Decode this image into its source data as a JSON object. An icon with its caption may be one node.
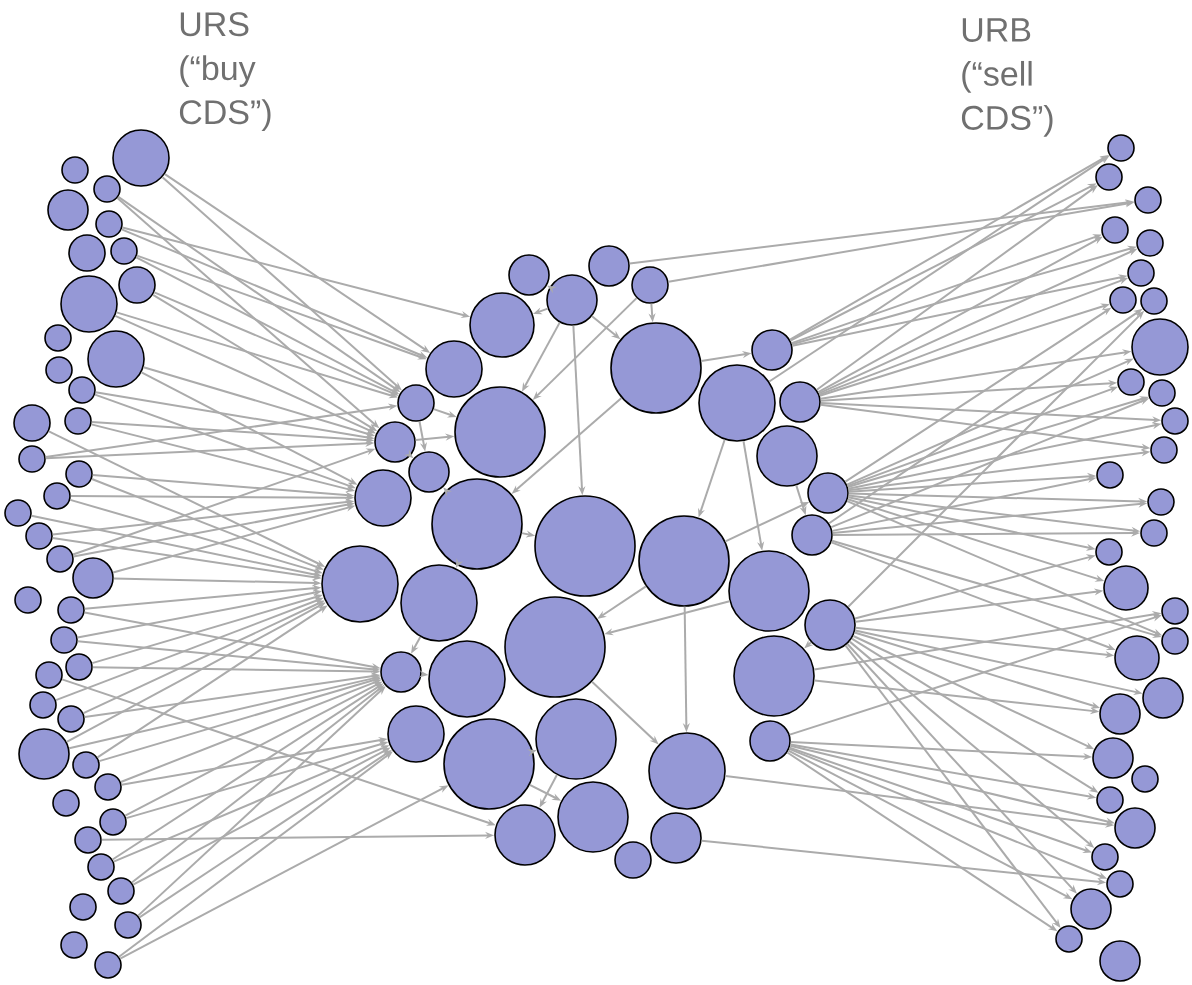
{
  "diagram": {
    "nodes": [
      {
        "text": [],
        "shape": "circle"
      },
      {
        "text": [],
        "shape": "circle"
      },
      {
        "text": [],
        "shape": "circle"
      },
      {
        "text": [],
        "shape": "circle"
      },
      {
        "text": [],
        "shape": "circle"
      },
      {
        "text": [],
        "shape": "circle"
      },
      {
        "text": [],
        "shape": "circle"
      },
      {
        "text": [],
        "shape": "circle"
      },
      {
        "text": [],
        "shape": "circle"
      },
      {
        "text": [],
        "shape": "circle"
      },
      {
        "text": [],
        "shape": "circle"
      },
      {
        "text": [],
        "shape": "circle"
      },
      {
        "text": [],
        "shape": "circle"
      },
      {
        "text": [],
        "shape": "circle"
      },
      {
        "text": [],
        "shape": "circle"
      },
      {
        "text": [],
        "shape": "circle"
      },
      {
        "text": [],
        "shape": "circle"
      },
      {
        "text": [],
        "shape": "circle"
      },
      {
        "text": [],
        "shape": "circle"
      },
      {
        "text": [],
        "shape": "circle"
      },
      {
        "text": [],
        "shape": "circle"
      },
      {
        "text": [],
        "shape": "circle"
      },
      {
        "text": [],
        "shape": "circle"
      },
      {
        "text": [],
        "shape": "circle"
      },
      {
        "text": [],
        "shape": "circle"
      },
      {
        "text": [],
        "shape": "circle"
      },
      {
        "text": [],
        "shape": "circle"
      },
      {
        "text": [],
        "shape": "circle"
      },
      {
        "text": [],
        "shape": "circle"
      },
      {
        "text": [],
        "shape": "circle"
      },
      {
        "text": [],
        "shape": "circle"
      },
      {
        "text": [],
        "shape": "circle"
      },
      {
        "text": [],
        "shape": "circle"
      },
      {
        "text": [],
        "shape": "circle"
      },
      {
        "text": [],
        "shape": "circle"
      },
      {
        "text": [],
        "shape": "circle"
      },
      {
        "text": [],
        "shape": "circle"
      },
      {
        "text": [],
        "shape": "circle"
      },
      {
        "text": [],
        "shape": "circle"
      },
      {
        "text": [],
        "shape": "circle"
      },
      {
        "text": [],
        "shape": "circle"
      },
      {
        "text": [],
        "shape": "circle"
      },
      {
        "text": [],
        "shape": "circle"
      },
      {
        "text": [],
        "shape": "circle"
      },
      {
        "text": [],
        "shape": "circle"
      },
      {
        "text": [],
        "shape": "circle"
      },
      {
        "text": [],
        "shape": "circle"
      },
      {
        "text": [],
        "shape": "circle"
      },
      {
        "text": [],
        "shape": "circle"
      },
      {
        "text": [],
        "shape": "circle"
      },
      {
        "text": [],
        "shape": "circle"
      },
      {
        "text": [],
        "shape": "circle"
      },
      {
        "text": [],
        "shape": "circle"
      },
      {
        "text": [],
        "shape": "circle"
      },
      {
        "text": [],
        "shape": "circle"
      },
      {
        "text": [],
        "shape": "circle"
      },
      {
        "text": [],
        "shape": "circle"
      },
      {
        "text": [],
        "shape": "circle"
      },
      {
        "text": [],
        "shape": "circle"
      },
      {
        "text": [],
        "shape": "circle"
      },
      {
        "text": [],
        "shape": "circle"
      },
      {
        "text": [],
        "shape": "circle"
      },
      {
        "text": [],
        "shape": "circle"
      },
      {
        "text": [],
        "shape": "circle"
      },
      {
        "text": [],
        "shape": "circle"
      },
      {
        "text": [],
        "shape": "circle"
      },
      {
        "text": [],
        "shape": "circle"
      },
      {
        "text": [],
        "shape": "circle"
      },
      {
        "text": [],
        "shape": "circle"
      },
      {
        "text": [],
        "shape": "circle"
      },
      {
        "text": [],
        "shape": "circle"
      },
      {
        "text": [],
        "shape": "circle"
      },
      {
        "text": [],
        "shape": "circle"
      },
      {
        "text": [],
        "shape": "circle"
      },
      {
        "text": [],
        "shape": "circle"
      },
      {
        "text": [],
        "shape": "circle"
      },
      {
        "text": [],
        "shape": "circle"
      },
      {
        "text": [],
        "shape": "circle"
      },
      {
        "text": [],
        "shape": "circle"
      },
      {
        "text": [],
        "shape": "circle"
      },
      {
        "text": [],
        "shape": "circle"
      },
      {
        "text": [],
        "shape": "circle"
      },
      {
        "text": [],
        "shape": "circle"
      },
      {
        "text": [],
        "shape": "circle"
      },
      {
        "text": [],
        "shape": "circle"
      },
      {
        "text": [],
        "shape": "circle"
      },
      {
        "text": [],
        "shape": "circle"
      },
      {
        "text": [],
        "shape": "circle"
      },
      {
        "text": [],
        "shape": "circle"
      },
      {
        "text": [],
        "shape": "circle"
      },
      {
        "text": [],
        "shape": "circle"
      },
      {
        "text": [],
        "shape": "circle"
      },
      {
        "text": [],
        "shape": "circle"
      },
      {
        "text": [],
        "shape": "circle"
      },
      {
        "text": [],
        "shape": "circle"
      },
      {
        "text": [],
        "shape": "circle"
      },
      {
        "text": [],
        "shape": "circle"
      },
      {
        "text": [],
        "shape": "circle"
      },
      {
        "text": [],
        "shape": "circle"
      },
      {
        "text": [],
        "shape": "circle"
      },
      {
        "text": [],
        "shape": "circle"
      },
      {
        "text": [],
        "shape": "circle"
      },
      {
        "text": [],
        "shape": "circle"
      },
      {
        "text": [],
        "shape": "circle"
      },
      {
        "text": [],
        "shape": "circle"
      },
      {
        "text": [],
        "shape": "circle"
      },
      {
        "text": [],
        "shape": "circle"
      },
      {
        "text": [],
        "shape": "circle"
      },
      {
        "text": [],
        "shape": "circle"
      },
      {
        "text": [],
        "shape": "circle"
      },
      {
        "text": [],
        "shape": "circle"
      }
    ],
    "edges": [
      {
        "from": 0,
        "to": 79,
        "arrow": "to"
      },
      {
        "from": 0,
        "to": 78,
        "arrow": "to"
      },
      {
        "from": 2,
        "to": 79,
        "arrow": "to"
      },
      {
        "from": 2,
        "to": 85,
        "arrow": "to"
      },
      {
        "from": 4,
        "to": 78,
        "arrow": "to"
      },
      {
        "from": 4,
        "to": 77,
        "arrow": "to"
      },
      {
        "from": 5,
        "to": 79,
        "arrow": "to"
      },
      {
        "from": 5,
        "to": 78,
        "arrow": "to"
      },
      {
        "from": 7,
        "to": 85,
        "arrow": "to"
      },
      {
        "from": 7,
        "to": 79,
        "arrow": "to"
      },
      {
        "from": 8,
        "to": 85,
        "arrow": "to"
      },
      {
        "from": 8,
        "to": 79,
        "arrow": "to"
      },
      {
        "from": 10,
        "to": 85,
        "arrow": "to"
      },
      {
        "from": 10,
        "to": 87,
        "arrow": "to"
      },
      {
        "from": 12,
        "to": 85,
        "arrow": "to"
      },
      {
        "from": 12,
        "to": 87,
        "arrow": "to"
      },
      {
        "from": 13,
        "to": 87,
        "arrow": "to"
      },
      {
        "from": 13,
        "to": 85,
        "arrow": "to"
      },
      {
        "from": 14,
        "to": 91,
        "arrow": "to"
      },
      {
        "from": 15,
        "to": 85,
        "arrow": "to"
      },
      {
        "from": 15,
        "to": 79,
        "arrow": "to"
      },
      {
        "from": 16,
        "to": 91,
        "arrow": "to"
      },
      {
        "from": 16,
        "to": 87,
        "arrow": "to"
      },
      {
        "from": 17,
        "to": 91,
        "arrow": "to"
      },
      {
        "from": 17,
        "to": 87,
        "arrow": "to"
      },
      {
        "from": 18,
        "to": 91,
        "arrow": "to"
      },
      {
        "from": 19,
        "to": 91,
        "arrow": "to"
      },
      {
        "from": 19,
        "to": 87,
        "arrow": "to"
      },
      {
        "from": 20,
        "to": 87,
        "arrow": "to"
      },
      {
        "from": 20,
        "to": 85,
        "arrow": "to"
      },
      {
        "from": 21,
        "to": 91,
        "arrow": "to"
      },
      {
        "from": 21,
        "to": 87,
        "arrow": "to"
      },
      {
        "from": 23,
        "to": 91,
        "arrow": "to"
      },
      {
        "from": 23,
        "to": 97,
        "arrow": "to"
      },
      {
        "from": 24,
        "to": 91,
        "arrow": "to"
      },
      {
        "from": 24,
        "to": 97,
        "arrow": "to"
      },
      {
        "from": 25,
        "to": 91,
        "arrow": "to"
      },
      {
        "from": 25,
        "to": 97,
        "arrow": "to"
      },
      {
        "from": 26,
        "to": 103,
        "arrow": "to"
      },
      {
        "from": 27,
        "to": 91,
        "arrow": "to"
      },
      {
        "from": 28,
        "to": 91,
        "arrow": "to"
      },
      {
        "from": 28,
        "to": 97,
        "arrow": "to"
      },
      {
        "from": 29,
        "to": 91,
        "arrow": "to"
      },
      {
        "from": 29,
        "to": 97,
        "arrow": "to"
      },
      {
        "from": 30,
        "to": 91,
        "arrow": "to"
      },
      {
        "from": 30,
        "to": 97,
        "arrow": "to"
      },
      {
        "from": 31,
        "to": 99,
        "arrow": "to"
      },
      {
        "from": 31,
        "to": 97,
        "arrow": "to"
      },
      {
        "from": 33,
        "to": 99,
        "arrow": "to"
      },
      {
        "from": 33,
        "to": 97,
        "arrow": "to"
      },
      {
        "from": 34,
        "to": 103,
        "arrow": "to"
      },
      {
        "from": 35,
        "to": 99,
        "arrow": "to"
      },
      {
        "from": 35,
        "to": 97,
        "arrow": "to"
      },
      {
        "from": 36,
        "to": 99,
        "arrow": "to"
      },
      {
        "from": 36,
        "to": 97,
        "arrow": "to"
      },
      {
        "from": 38,
        "to": 99,
        "arrow": "to"
      },
      {
        "from": 38,
        "to": 97,
        "arrow": "to"
      },
      {
        "from": 40,
        "to": 99,
        "arrow": "to"
      },
      {
        "from": 40,
        "to": 100,
        "arrow": "to"
      },
      {
        "from": 82,
        "to": 41,
        "arrow": "to"
      },
      {
        "from": 81,
        "to": 41,
        "arrow": "to"
      },
      {
        "from": 82,
        "to": 42,
        "arrow": "to"
      },
      {
        "from": 84,
        "to": 42,
        "arrow": "to"
      },
      {
        "from": 76,
        "to": 43,
        "arrow": "to"
      },
      {
        "from": 75,
        "to": 43,
        "arrow": "to"
      },
      {
        "from": 84,
        "to": 44,
        "arrow": "to"
      },
      {
        "from": 82,
        "to": 44,
        "arrow": "to"
      },
      {
        "from": 84,
        "to": 45,
        "arrow": "to"
      },
      {
        "from": 82,
        "to": 45,
        "arrow": "to"
      },
      {
        "from": 84,
        "to": 46,
        "arrow": "to"
      },
      {
        "from": 82,
        "to": 46,
        "arrow": "to"
      },
      {
        "from": 84,
        "to": 47,
        "arrow": "to"
      },
      {
        "from": 108,
        "to": 47,
        "arrow": "to"
      },
      {
        "from": 109,
        "to": 48,
        "arrow": "to"
      },
      {
        "from": 94,
        "to": 48,
        "arrow": "to"
      },
      {
        "from": 108,
        "to": 49,
        "arrow": "to"
      },
      {
        "from": 84,
        "to": 49,
        "arrow": "to"
      },
      {
        "from": 108,
        "to": 50,
        "arrow": "to"
      },
      {
        "from": 84,
        "to": 50,
        "arrow": "to"
      },
      {
        "from": 108,
        "to": 51,
        "arrow": "to"
      },
      {
        "from": 109,
        "to": 51,
        "arrow": "to"
      },
      {
        "from": 108,
        "to": 52,
        "arrow": "to"
      },
      {
        "from": 84,
        "to": 52,
        "arrow": "to"
      },
      {
        "from": 108,
        "to": 53,
        "arrow": "to"
      },
      {
        "from": 84,
        "to": 53,
        "arrow": "to"
      },
      {
        "from": 108,
        "to": 54,
        "arrow": "to"
      },
      {
        "from": 109,
        "to": 54,
        "arrow": "to"
      },
      {
        "from": 108,
        "to": 55,
        "arrow": "to"
      },
      {
        "from": 109,
        "to": 55,
        "arrow": "to"
      },
      {
        "from": 108,
        "to": 56,
        "arrow": "to"
      },
      {
        "from": 109,
        "to": 56,
        "arrow": "to"
      },
      {
        "from": 108,
        "to": 57,
        "arrow": "to"
      },
      {
        "from": 94,
        "to": 57,
        "arrow": "to"
      },
      {
        "from": 94,
        "to": 58,
        "arrow": "to"
      },
      {
        "from": 108,
        "to": 58,
        "arrow": "to"
      },
      {
        "from": 95,
        "to": 59,
        "arrow": "to"
      },
      {
        "from": 107,
        "to": 59,
        "arrow": "to"
      },
      {
        "from": 108,
        "to": 60,
        "arrow": "to"
      },
      {
        "from": 109,
        "to": 60,
        "arrow": "to"
      },
      {
        "from": 94,
        "to": 61,
        "arrow": "to"
      },
      {
        "from": 109,
        "to": 61,
        "arrow": "to"
      },
      {
        "from": 94,
        "to": 62,
        "arrow": "to"
      },
      {
        "from": 94,
        "to": 63,
        "arrow": "to"
      },
      {
        "from": 95,
        "to": 63,
        "arrow": "to"
      },
      {
        "from": 94,
        "to": 64,
        "arrow": "to"
      },
      {
        "from": 107,
        "to": 64,
        "arrow": "to"
      },
      {
        "from": 94,
        "to": 66,
        "arrow": "to"
      },
      {
        "from": 107,
        "to": 66,
        "arrow": "to"
      },
      {
        "from": 107,
        "to": 67,
        "arrow": "to"
      },
      {
        "from": 102,
        "to": 67,
        "arrow": "to"
      },
      {
        "from": 107,
        "to": 68,
        "arrow": "to"
      },
      {
        "from": 94,
        "to": 68,
        "arrow": "to"
      },
      {
        "from": 107,
        "to": 69,
        "arrow": "to"
      },
      {
        "from": 105,
        "to": 69,
        "arrow": "to"
      },
      {
        "from": 107,
        "to": 70,
        "arrow": "to"
      },
      {
        "from": 94,
        "to": 70,
        "arrow": "to"
      },
      {
        "from": 107,
        "to": 71,
        "arrow": "to"
      },
      {
        "from": 94,
        "to": 71,
        "arrow": "to"
      },
      {
        "from": 73,
        "to": 74,
        "arrow": "to"
      },
      {
        "from": 73,
        "to": 77,
        "arrow": "to"
      },
      {
        "from": 73,
        "to": 80,
        "arrow": "to"
      },
      {
        "from": 73,
        "to": 86,
        "arrow": "to"
      },
      {
        "from": 73,
        "to": 89,
        "arrow": "to"
      },
      {
        "from": 76,
        "to": 80,
        "arrow": "to"
      },
      {
        "from": 76,
        "to": 86,
        "arrow": "to"
      },
      {
        "from": 79,
        "to": 86,
        "arrow": "to"
      },
      {
        "from": 79,
        "to": 110,
        "arrow": "to"
      },
      {
        "from": 80,
        "to": 82,
        "arrow": "to"
      },
      {
        "from": 80,
        "to": 88,
        "arrow": "to"
      },
      {
        "from": 81,
        "to": 90,
        "arrow": "to"
      },
      {
        "from": 81,
        "to": 93,
        "arrow": "to"
      },
      {
        "from": 83,
        "to": 109,
        "arrow": "to"
      },
      {
        "from": 85,
        "to": 86,
        "arrow": "to"
      },
      {
        "from": 85,
        "to": 110,
        "arrow": "to"
      },
      {
        "from": 88,
        "to": 89,
        "arrow": "to"
      },
      {
        "from": 88,
        "to": 92,
        "arrow": "to"
      },
      {
        "from": 88,
        "to": 110,
        "arrow": "to"
      },
      {
        "from": 90,
        "to": 96,
        "arrow": "to"
      },
      {
        "from": 90,
        "to": 102,
        "arrow": "to"
      },
      {
        "from": 90,
        "to": 108,
        "arrow": "to"
      },
      {
        "from": 92,
        "to": 97,
        "arrow": "to"
      },
      {
        "from": 93,
        "to": 96,
        "arrow": "to"
      },
      {
        "from": 94,
        "to": 95,
        "arrow": "to"
      },
      {
        "from": 96,
        "to": 102,
        "arrow": "to"
      },
      {
        "from": 97,
        "to": 98,
        "arrow": "to"
      },
      {
        "from": 100,
        "to": 101,
        "arrow": "to"
      },
      {
        "from": 100,
        "to": 104,
        "arrow": "to"
      },
      {
        "from": 101,
        "to": 103,
        "arrow": "to"
      }
    ],
    "labels": [
      "URS (“buy CDS”)",
      "URB (“sell CDS”)"
    ]
  }
}
